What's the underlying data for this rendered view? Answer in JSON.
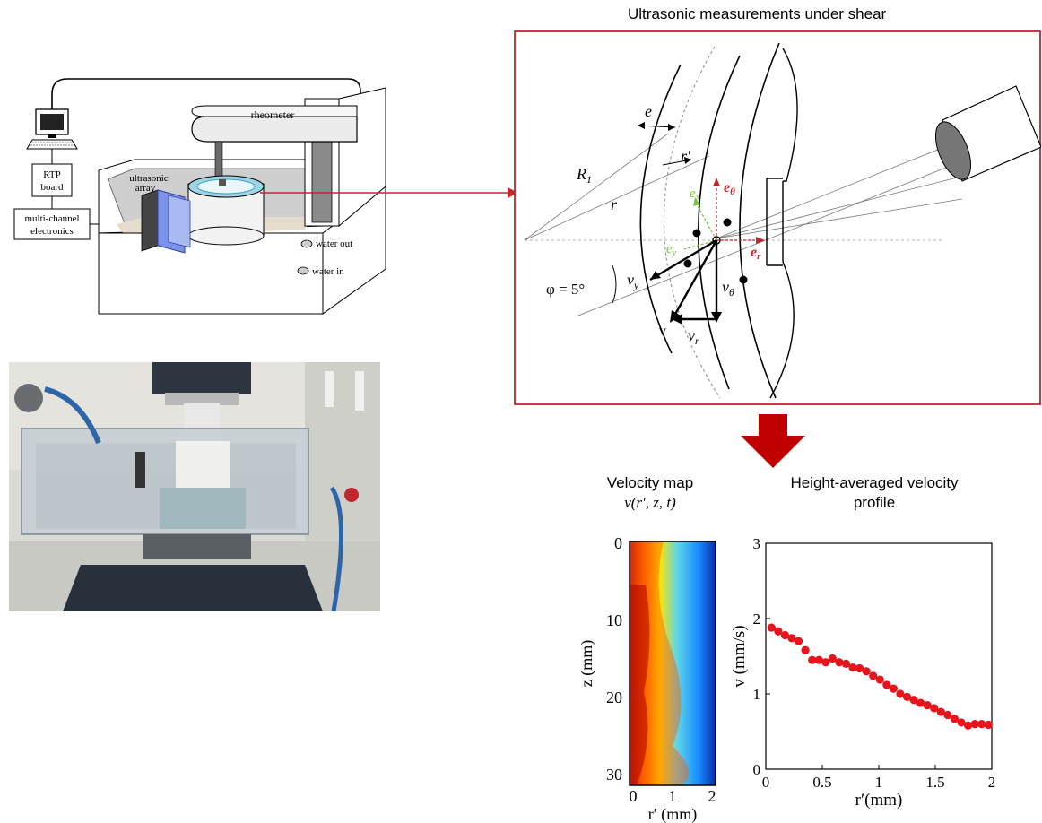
{
  "schematic": {
    "rheometer_label": "rheometer",
    "ultrasonic_label_line1": "ultrasonic",
    "ultrasonic_label_line2": "array",
    "rtp_line1": "RTP",
    "rtp_line2": "board",
    "electronics_line1": "multi-channel",
    "electronics_line2": "electronics",
    "water_out": "water out",
    "water_in": "water in"
  },
  "geometry": {
    "title": "Ultrasonic measurements  under shear",
    "labels": {
      "e": "e",
      "r_prime": "r′",
      "R1": "R",
      "R1_sub": "1",
      "r": "r",
      "e_theta": "e",
      "e_theta_sub": "θ",
      "e_x": "e",
      "e_x_sub": "x",
      "e_y": "e",
      "e_y_sub": "y",
      "e_r": "e",
      "e_r_sub": "r",
      "phi": "φ = 5°",
      "v_y": "v",
      "v_y_sub": "y",
      "v_theta": "v",
      "v_theta_sub": "θ",
      "v": "v",
      "v_r": "v",
      "v_r_sub": "r"
    },
    "colors": {
      "frame": "#c0262d",
      "red": "#c0262d",
      "green": "#7cc142",
      "arrow_fill": "#c00000"
    }
  },
  "velocity_map": {
    "title_line1": "Velocity map",
    "title_line2": "v(r′, z, t)",
    "ylabel": "z (mm)",
    "xlabel": "r′ (mm)",
    "yticks": [
      "0",
      "10",
      "20",
      "30"
    ],
    "xticks": [
      "0",
      "1",
      "2"
    ]
  },
  "chart_data": {
    "type": "scatter",
    "title": "Height-averaged velocity profile",
    "title_line1": "Height-averaged velocity",
    "title_line2": "profile",
    "xlabel": "r′(mm)",
    "ylabel": "v (mm/s)",
    "xlim": [
      0,
      2
    ],
    "ylim": [
      0,
      3
    ],
    "xticks": [
      "0",
      "0.5",
      "1",
      "1.5",
      "2"
    ],
    "yticks": [
      "0",
      "1",
      "2",
      "3"
    ],
    "marker_color": "#e8141c",
    "series": [
      {
        "x": [
          0.05,
          0.11,
          0.17,
          0.23,
          0.29,
          0.35,
          0.41,
          0.47,
          0.53,
          0.59,
          0.65,
          0.71,
          0.77,
          0.83,
          0.89,
          0.95,
          1.01,
          1.07,
          1.13,
          1.19,
          1.25,
          1.31,
          1.37,
          1.43,
          1.49,
          1.55,
          1.61,
          1.67,
          1.73,
          1.79,
          1.85,
          1.91,
          1.97
        ],
        "y": [
          1.88,
          1.83,
          1.78,
          1.74,
          1.7,
          1.58,
          1.45,
          1.45,
          1.42,
          1.47,
          1.42,
          1.4,
          1.35,
          1.34,
          1.3,
          1.24,
          1.19,
          1.12,
          1.07,
          1.0,
          0.96,
          0.92,
          0.88,
          0.85,
          0.81,
          0.76,
          0.72,
          0.67,
          0.62,
          0.58,
          0.6,
          0.6,
          0.59
        ]
      }
    ]
  }
}
